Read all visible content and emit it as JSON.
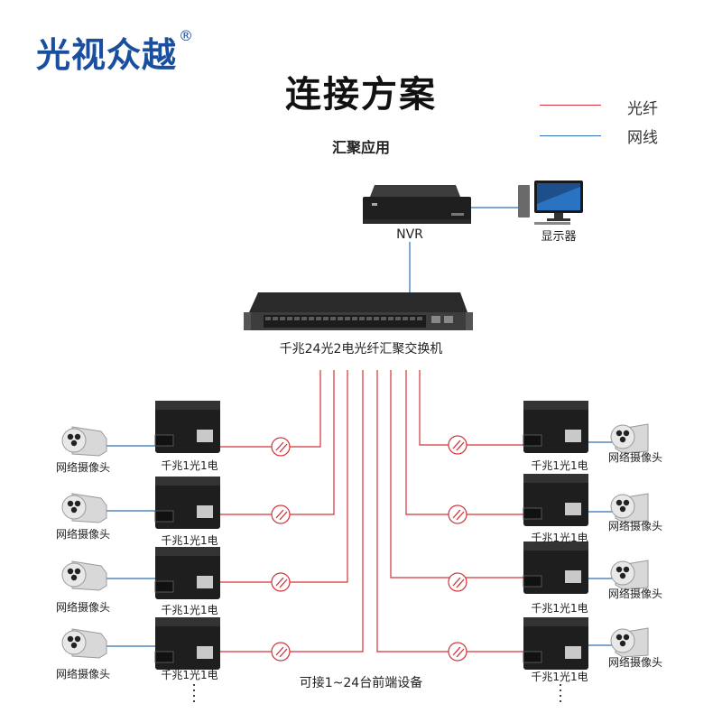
{
  "header": {
    "brand": "光视众越",
    "brand_mark": "®",
    "title": "连接方案",
    "subtitle": "汇聚应用"
  },
  "legend": [
    {
      "label": "光纤",
      "color": "#d0343a"
    },
    {
      "label": "网线",
      "color": "#2f6fb5"
    }
  ],
  "devices": {
    "nvr_label": "NVR",
    "monitor_label": "显示器",
    "switch_label": "千兆24光2电光纤汇聚交换机",
    "converter_label": "千兆1光1电",
    "camera_label": "网络摄像头"
  },
  "footer": "可接1~24台前端设备",
  "colors": {
    "fiber": "#d0343a",
    "lan": "#2f6fb5",
    "brand": "#1a4fa0"
  }
}
